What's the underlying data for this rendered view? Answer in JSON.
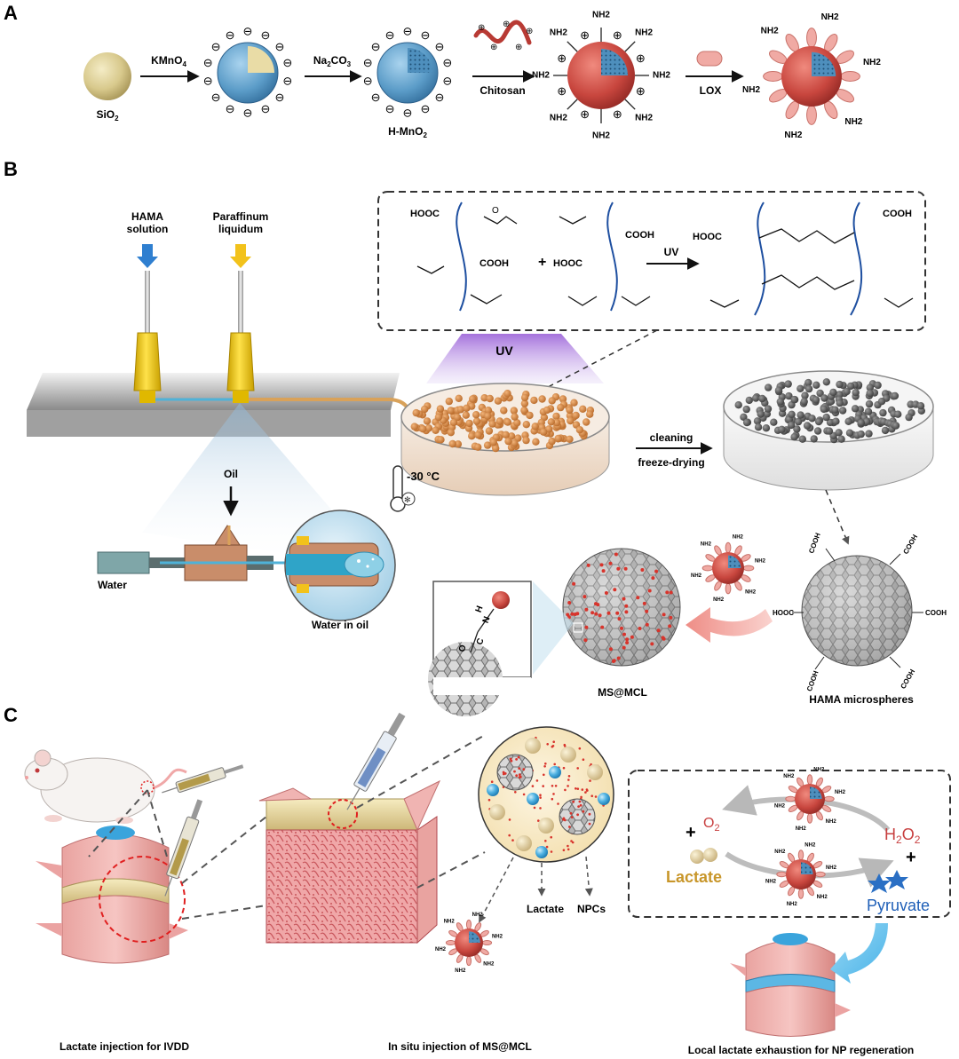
{
  "panels": {
    "a": "A",
    "b": "B",
    "c": "C"
  },
  "panel_a": {
    "sio2_label": "SiO",
    "sio2_sub": "2",
    "kmno4_label": "KMnO",
    "kmno4_sub": "4",
    "na2co3_a": "Na",
    "na2co3_b": "2",
    "na2co3_c": "CO",
    "na2co3_d": "3",
    "hmno2_label": "H-MnO",
    "hmno2_sub": "2",
    "chitosan_label": "Chitosan",
    "lox_label": "LOX",
    "nh2": "NH",
    "nh2_sub": "2",
    "minus": "⊖",
    "plus": "⊕"
  },
  "panel_b": {
    "hama_line1": "HAMA",
    "hama_line2": "solution",
    "paraffin_line1": "Paraffinum",
    "paraffin_line2": "liquidum",
    "oil_label": "Oil",
    "water_label": "Water",
    "water_in_oil_label": "Water in oil",
    "uv_beam_label": "UV",
    "uv_arrow_label": "UV",
    "temperature_label": "-30 °C",
    "cleaning_label": "cleaning",
    "freeze_label": "freeze-drying",
    "msmcl_label": "MS@MCL",
    "hama_ms_label": "HAMA microspheres",
    "chem": {
      "hooc": "HOOC",
      "cooh": "COOH",
      "plus": "+",
      "o": "O",
      "h": "H",
      "n": "N",
      "c": "C"
    }
  },
  "panel_c": {
    "caption_left": "Lactate injection for IVDD",
    "caption_mid": "In situ injection of MS@MCL",
    "caption_right": "Local lactate exhaustion for NP regeneration",
    "lactate_arrow_label": "Lactate",
    "npcs_label": "NPCs",
    "o2_label": "O",
    "o2_sub": "2",
    "h2o2_a": "H",
    "h2o2_b": "2",
    "h2o2_c": "O",
    "h2o2_d": "2",
    "lactate_label": "Lactate",
    "pyruvate_label": "Pyruvate",
    "plus": "+"
  },
  "colors": {
    "sio2": "#d8c98c",
    "mno2_blue": "#5b9cc8",
    "chitosan_red": "#c8463e",
    "lox_pink": "#f0aaa4",
    "hama_arrow_blue": "#2f7fd0",
    "paraffin_arrow_yellow": "#f2c21b",
    "uv_purple": "#8a4fd0",
    "lactate_text": "#c8962a",
    "pyruvate_text": "#2060b8",
    "h2o2_text": "#c84040",
    "dashed_red": "#e02020"
  }
}
